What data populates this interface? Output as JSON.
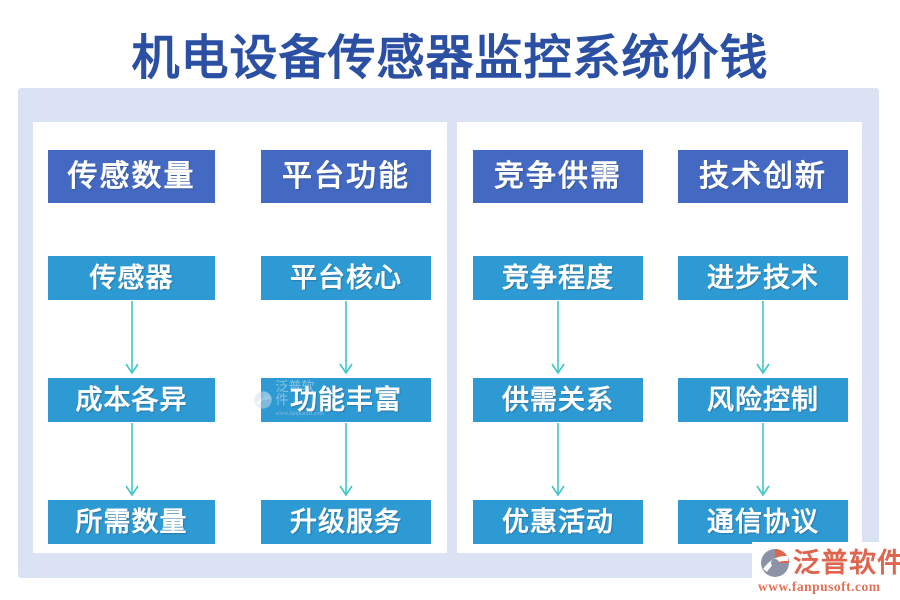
{
  "title": "机电设备传感器监控系统价钱",
  "columns": [
    {
      "header": "传感数量",
      "items": [
        "传感器",
        "成本各异",
        "所需数量"
      ]
    },
    {
      "header": "平台功能",
      "items": [
        "平台核心",
        "功能丰富",
        "升级服务"
      ]
    },
    {
      "header": "竞争供需",
      "items": [
        "竞争程度",
        "供需关系",
        "优惠活动"
      ]
    },
    {
      "header": "技术创新",
      "items": [
        "进步技术",
        "风险控制",
        "通信协议"
      ]
    }
  ],
  "logo": {
    "brand": "泛普软件",
    "url": "www.fanpusoft.com"
  },
  "colors": {
    "title_blue": "#2b4fa2",
    "header_box_blue": "#4369c2",
    "item_box_blue": "#2d9ad3",
    "arrow_teal": "#3fc6ca",
    "background_lavender": "#dbe2f3",
    "logo_coral": "#e0654f",
    "logo_gray": "#8c93a6"
  }
}
